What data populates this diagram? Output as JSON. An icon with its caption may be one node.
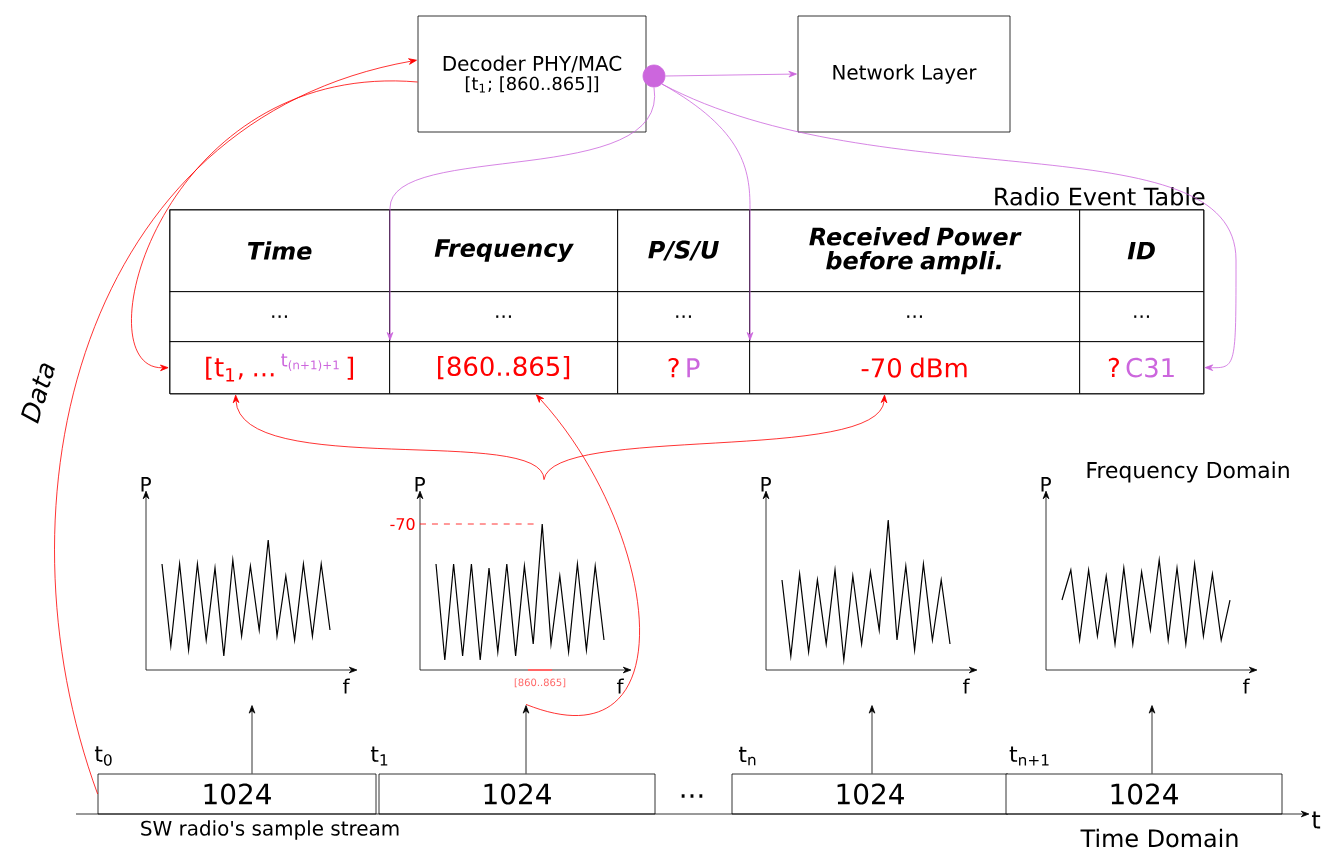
{
  "diagram": {
    "nodes": [
      {
        "text": [
          "Decoder PHY/MAC",
          "[t$_{1}$; [860..865]]"
        ]
      },
      {
        "text": [],
        "shape": "circle"
      },
      {
        "text": [
          "Network Layer"
        ]
      },
      {
        "text": [
          "Radio Event Table"
        ]
      },
      {
        "text": [
          "Time"
        ],
        "in": 3
      },
      {
        "text": [
          "Frequency"
        ],
        "in": 3
      },
      {
        "text": [
          "P/S/U"
        ],
        "in": 3
      },
      {
        "text": [
          "Received Power before ampli."
        ],
        "in": 3
      },
      {
        "text": [
          "ID"
        ],
        "in": 3
      },
      {
        "text": [
          "..."
        ],
        "in": 3
      },
      {
        "text": [
          "..."
        ],
        "in": 3
      },
      {
        "text": [
          "..."
        ],
        "in": 3
      },
      {
        "text": [
          "..."
        ],
        "in": 3
      },
      {
        "text": [
          "..."
        ],
        "in": 3
      },
      {
        "text": [
          "[t$_{1}$, ...",
          "t$_{(n+1)+1}$",
          "]"
        ],
        "in": 3
      },
      {
        "text": [
          "[860..865]"
        ],
        "in": 3
      },
      {
        "text": [
          "?",
          "P"
        ],
        "in": 3
      },
      {
        "text": [
          "-70 dBm"
        ],
        "in": 3
      },
      {
        "text": [
          "?",
          "C31"
        ],
        "in": 3
      },
      {
        "text": [
          "P",
          "f"
        ]
      },
      {
        "text": [
          "P",
          "-70",
          "[860..865]",
          "f"
        ]
      },
      {
        "text": [
          "P",
          "f"
        ]
      },
      {
        "text": [
          "P",
          "f"
        ]
      },
      {
        "text": [
          "1024"
        ]
      },
      {
        "text": [
          "1024"
        ]
      },
      {
        "text": [
          "1024"
        ]
      },
      {
        "text": [
          "1024"
        ]
      }
    ],
    "edges": [
      {
        "from": 23,
        "to": 0,
        "arrow": "to",
        "label": "Data",
        "color": "#ff0000"
      },
      {
        "from": 0,
        "to": 14,
        "arrow": "to",
        "color": "#ff0000"
      },
      {
        "from": 1,
        "to": 2,
        "arrow": "to",
        "color": "#cc66dd"
      },
      {
        "from": 1,
        "to": 14,
        "arrow": "to",
        "color": "#cc66dd"
      },
      {
        "from": 1,
        "to": 16,
        "arrow": "to",
        "color": "#cc66dd"
      },
      {
        "from": 1,
        "to": 18,
        "arrow": "to",
        "color": "#cc66dd"
      },
      {
        "from": 20,
        "to": 14,
        "arrow": "to",
        "color": "#ff0000"
      },
      {
        "from": 20,
        "to": 15,
        "arrow": "to",
        "color": "#ff0000"
      },
      {
        "from": 20,
        "to": 17,
        "arrow": "to",
        "color": "#ff0000"
      },
      {
        "from": 23,
        "to": 19,
        "arrow": "to",
        "color": "#000000"
      },
      {
        "from": 24,
        "to": 20,
        "arrow": "to",
        "color": "#000000"
      },
      {
        "from": 25,
        "to": 21,
        "arrow": "to",
        "color": "#000000"
      },
      {
        "from": 26,
        "to": 22,
        "arrow": "to",
        "color": "#000000"
      }
    ],
    "labels": [
      "Frequency Domain",
      "t$_{0}$",
      "t$_{1}$",
      "...",
      "t$_{n}$",
      "t$_{n+1}$",
      "t",
      "SW radio's sample stream",
      "Time Domain"
    ]
  }
}
